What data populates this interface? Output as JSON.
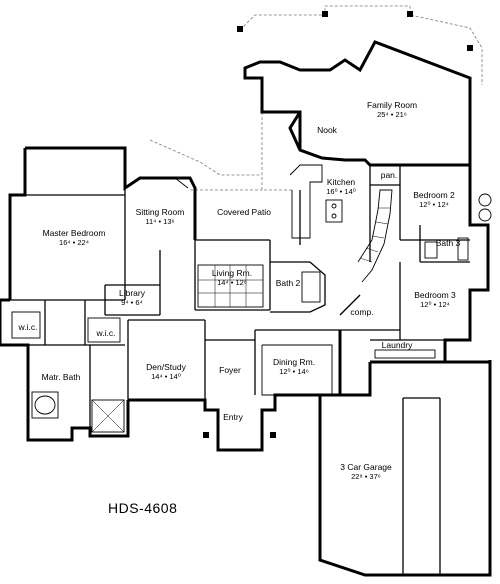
{
  "plan_code": "HDS-4608",
  "rooms": {
    "family_room": {
      "name": "Family Room",
      "dims": "25⁴ • 21⁶"
    },
    "nook": {
      "name": "Nook",
      "dims": ""
    },
    "kitchen": {
      "name": "Kitchen",
      "dims": "16⁰ • 14⁰"
    },
    "pantry": {
      "name": "pan.",
      "dims": ""
    },
    "bedroom_2": {
      "name": "Bedroom 2",
      "dims": "12⁰ • 12⁴"
    },
    "bath_3": {
      "name": "Bath 3",
      "dims": ""
    },
    "master_bedroom": {
      "name": "Master Bedroom",
      "dims": "16⁴ • 22⁴"
    },
    "sitting_room": {
      "name": "Sitting Room",
      "dims": "11⁴ • 13⁶"
    },
    "covered_patio": {
      "name": "Covered Patio",
      "dims": ""
    },
    "living_rm": {
      "name": "Living Rm.",
      "dims": "14⁴ • 12⁶"
    },
    "bath_2": {
      "name": "Bath 2",
      "dims": ""
    },
    "library": {
      "name": "Library",
      "dims": "9⁴ • 6⁴"
    },
    "bedroom_3": {
      "name": "Bedroom 3",
      "dims": "12⁰ • 12⁴"
    },
    "comp": {
      "name": "comp.",
      "dims": ""
    },
    "laundry": {
      "name": "Laundry",
      "dims": ""
    },
    "wic_left": {
      "name": "w.i.c.",
      "dims": ""
    },
    "wic_right": {
      "name": "w.i.c.",
      "dims": ""
    },
    "matr_bath": {
      "name": "Matr. Bath",
      "dims": ""
    },
    "den_study": {
      "name": "Den/Study",
      "dims": "14⁴ • 14⁰"
    },
    "foyer": {
      "name": "Foyer",
      "dims": ""
    },
    "dining_rm": {
      "name": "Dining Rm.",
      "dims": "12⁰ • 14⁶"
    },
    "entry": {
      "name": "Entry",
      "dims": ""
    },
    "garage": {
      "name": "3 Car Garage",
      "dims": "22⁸ • 37⁶"
    }
  }
}
